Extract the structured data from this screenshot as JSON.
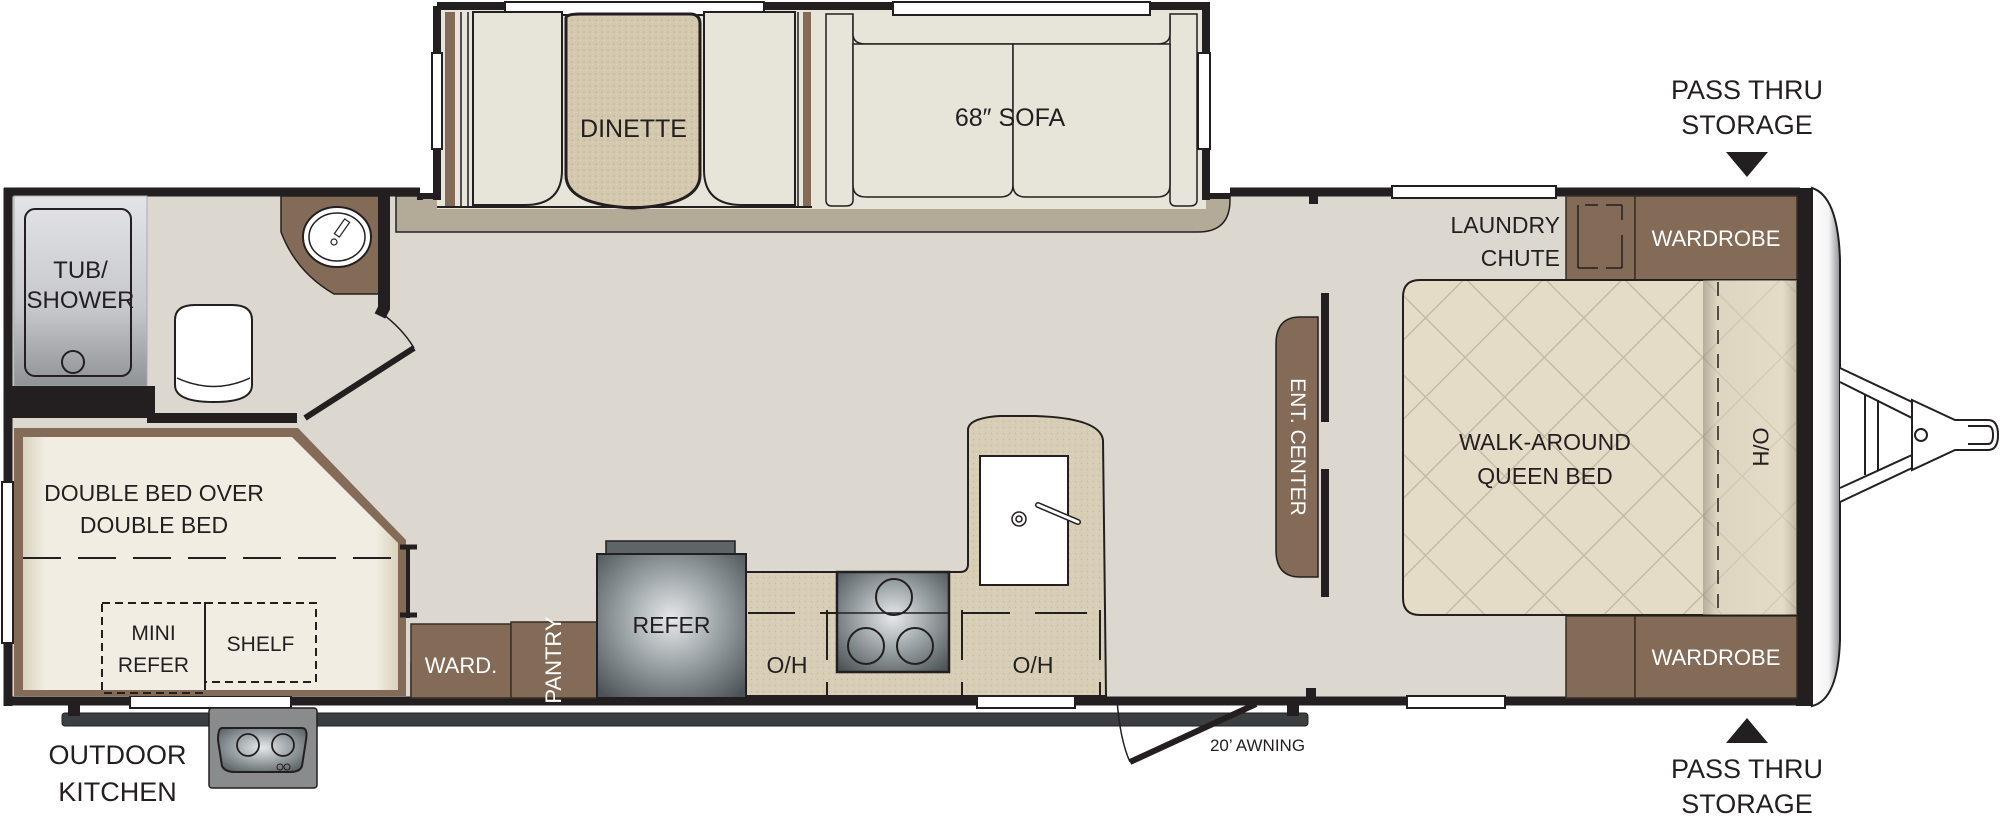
{
  "floorplan": {
    "title": "Travel Trailer Floor Plan",
    "colors": {
      "wall": "#231f20",
      "floor": "#dcd8d0",
      "slide_floor": "#b3aa98",
      "cabinet": "#846b57",
      "upholstery": "#e7e4da",
      "bed": "#e4dcc6",
      "bed_quilt_line": "#c4bca6",
      "counter": "#d6cbb2",
      "appliance": "#8a9094",
      "tub": "#c9cbce"
    },
    "labels": {
      "tub_shower_line1": "TUB/",
      "tub_shower_line2": "SHOWER",
      "dinette": "DINETTE",
      "sofa": "68″ SOFA",
      "bunk_line1": "DOUBLE BED OVER",
      "bunk_line2": "DOUBLE BED",
      "mini_refer_line1": "MINI",
      "mini_refer_line2": "REFER",
      "shelf": "SHELF",
      "ward_small": "WARD.",
      "pantry": "PANTRY",
      "refer": "REFER",
      "oh_left": "O/H",
      "oh_right": "O/H",
      "ent_center": "ENT. CENTER",
      "laundry_line1": "LAUNDRY",
      "laundry_line2": "CHUTE",
      "wardrobe_top": "WARDROBE",
      "wardrobe_bottom": "WARDROBE",
      "bed_line1": "WALK-AROUND",
      "bed_line2": "QUEEN BED",
      "bed_oh": "O/H",
      "pass_thru_top_line1": "PASS THRU",
      "pass_thru_top_line2": "STORAGE",
      "pass_thru_bottom_line1": "PASS THRU",
      "pass_thru_bottom_line2": "STORAGE",
      "outdoor_kitchen_line1": "OUTDOOR",
      "outdoor_kitchen_line2": "KITCHEN",
      "awning": "20’ AWNING"
    },
    "rooms": [
      {
        "id": "bathroom",
        "items": [
          "tub-shower",
          "toilet",
          "vanity-sink"
        ]
      },
      {
        "id": "bunk-room",
        "items": [
          "double-bed-over-double-bed",
          "mini-refer",
          "shelf"
        ]
      },
      {
        "id": "living",
        "items": [
          "dinette",
          "68-inch-sofa",
          "ent-center"
        ]
      },
      {
        "id": "kitchen",
        "items": [
          "ward",
          "pantry",
          "refer",
          "stove",
          "sink-island",
          "o-h"
        ]
      },
      {
        "id": "bedroom",
        "items": [
          "walk-around-queen-bed",
          "laundry-chute",
          "wardrobe",
          "wardrobe"
        ]
      },
      {
        "id": "exterior",
        "items": [
          "outdoor-kitchen",
          "20-awning",
          "pass-thru-storage",
          "hitch"
        ]
      }
    ]
  }
}
